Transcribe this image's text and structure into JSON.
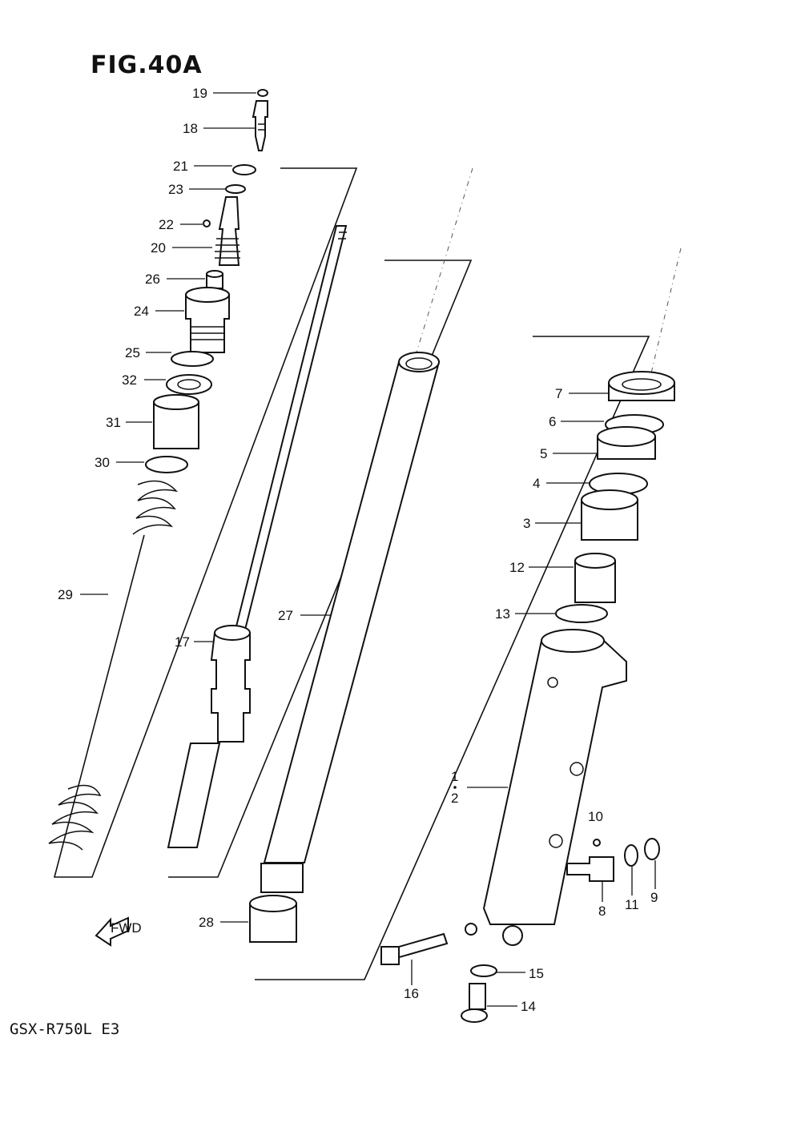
{
  "figure": {
    "title": "FIG.40A",
    "model": "GSX-R750L  E3",
    "fwd_arrow": "FWD"
  },
  "callouts": {
    "c1": "1",
    "c2": "2",
    "c3": "3",
    "c4": "4",
    "c5": "5",
    "c6": "6",
    "c7": "7",
    "c8": "8",
    "c9": "9",
    "c10": "10",
    "c11": "11",
    "c12": "12",
    "c13": "13",
    "c14": "14",
    "c15": "15",
    "c16": "16",
    "c17": "17",
    "c18": "18",
    "c19": "19",
    "c20": "20",
    "c21": "21",
    "c22": "22",
    "c23": "23",
    "c24": "24",
    "c25": "25",
    "c26": "26",
    "c27": "27",
    "c28": "28",
    "c29": "29",
    "c30": "30",
    "c31": "31",
    "c32": "32"
  },
  "colors": {
    "ink": "#111111",
    "paper": "#ffffff"
  }
}
